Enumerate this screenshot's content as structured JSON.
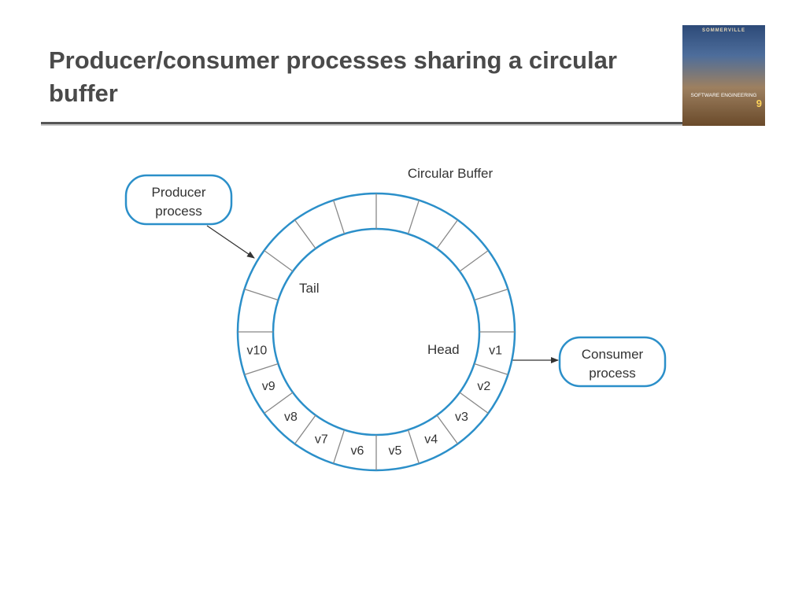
{
  "slide": {
    "title": "Producer/consumer processes sharing a circular buffer"
  },
  "book": {
    "author": "SOMMERVILLE",
    "title": "SOFTWARE ENGINEERING",
    "edition": "9"
  },
  "diagram": {
    "buffer_label": "Circular Buffer",
    "producer_label_lines": [
      "Producer",
      "process"
    ],
    "consumer_label_lines": [
      "Consumer",
      "process"
    ],
    "tail_label": "Tail",
    "head_label": "Head",
    "slots": [
      "v1",
      "v2",
      "v3",
      "v4",
      "v5",
      "v6",
      "v7",
      "v8",
      "v9",
      "v10",
      "",
      "",
      "",
      "",
      "",
      "",
      "",
      "",
      "",
      ""
    ],
    "colors": {
      "ring": "#2b8fc9",
      "process_border": "#2b8fc9",
      "divider": "#888888",
      "arrow": "#333333",
      "title": "#4a4a4a"
    }
  }
}
